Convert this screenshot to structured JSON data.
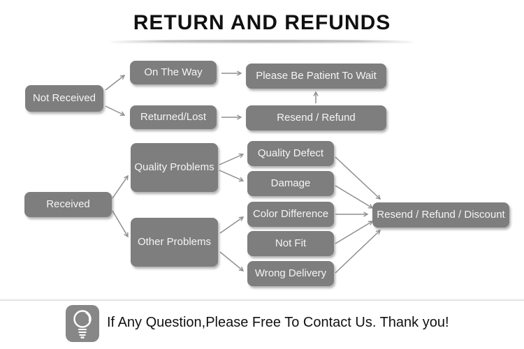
{
  "title": "RETURN AND REFUNDS",
  "nodes": {
    "not_received": "Not Received",
    "on_the_way": "On The Way",
    "returned_lost": "Returned/Lost",
    "please_wait": "Please Be Patient To Wait",
    "resend_refund": "Resend / Refund",
    "received": "Received",
    "quality_problems": "Quality Problems",
    "other_problems": "Other Problems",
    "quality_defect": "Quality Defect",
    "damage": "Damage",
    "color_difference": "Color Difference",
    "not_fit": "Not Fit",
    "wrong_delivery": "Wrong Delivery",
    "resolution": "Resend / Refund / Discount"
  },
  "edges": [
    {
      "from": "not_received",
      "to": "on_the_way"
    },
    {
      "from": "not_received",
      "to": "returned_lost"
    },
    {
      "from": "on_the_way",
      "to": "please_wait"
    },
    {
      "from": "returned_lost",
      "to": "resend_refund"
    },
    {
      "from": "resend_refund",
      "to": "please_wait"
    },
    {
      "from": "received",
      "to": "quality_problems"
    },
    {
      "from": "received",
      "to": "other_problems"
    },
    {
      "from": "quality_problems",
      "to": "quality_defect"
    },
    {
      "from": "quality_problems",
      "to": "damage"
    },
    {
      "from": "other_problems",
      "to": "color_difference"
    },
    {
      "from": "other_problems",
      "to": "wrong_delivery"
    },
    {
      "from": "quality_defect",
      "to": "resolution"
    },
    {
      "from": "damage",
      "to": "resolution"
    },
    {
      "from": "color_difference",
      "to": "resolution"
    },
    {
      "from": "not_fit",
      "to": "resolution"
    },
    {
      "from": "wrong_delivery",
      "to": "resolution"
    }
  ],
  "footer": {
    "message": "If Any Question,Please Free To Contact Us. Thank you!"
  },
  "colors": {
    "box_fill": "#7e7e7e",
    "box_text": "#f5f5f5",
    "arrow": "#8f8f8f",
    "title_text": "#111111"
  }
}
